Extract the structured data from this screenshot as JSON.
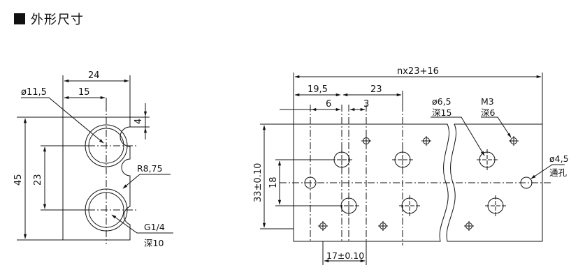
{
  "header": {
    "title": "外形尺寸"
  },
  "left_view": {
    "dims": {
      "width_total": "24",
      "width_offset": "15",
      "hole_diameter": "ø11,5",
      "height_total": "45",
      "hole_spacing": "23",
      "slot_depth": "4"
    },
    "annotations": {
      "radius": "R8,75",
      "thread": "G1/4",
      "thread_depth": "深10"
    }
  },
  "right_view": {
    "dims": {
      "length_total": "nx23+16",
      "first_offset": "19,5",
      "pitch": "23",
      "hole_offset_a": "6",
      "hole_offset_b": "3",
      "height_total": "33±0.10",
      "hole_spacing": "18",
      "bottom_offset": "17±0.10"
    },
    "annotations": {
      "port_diameter": "ø6,5",
      "port_depth": "深15",
      "screw": "M3",
      "screw_depth": "深6",
      "through_hole": "ø4,5",
      "through_label": "通孔"
    }
  }
}
